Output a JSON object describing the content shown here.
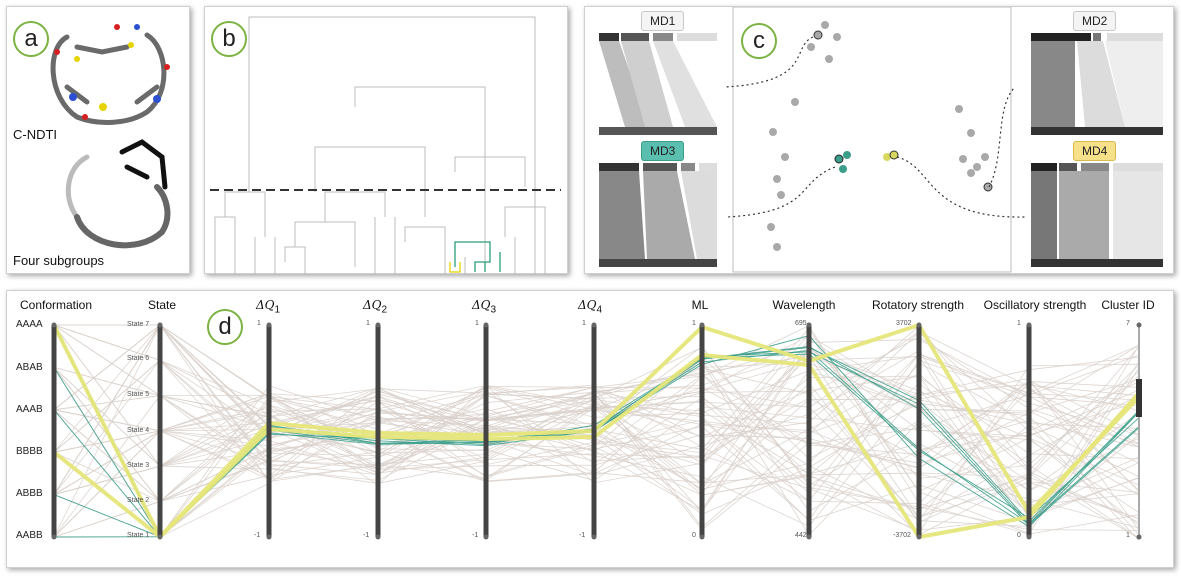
{
  "panels": {
    "a": {
      "letter": "a",
      "label_top": "C-NDTI",
      "label_bottom": "Four subgroups"
    },
    "b": {
      "letter": "b"
    },
    "c": {
      "letter": "c",
      "tags": {
        "md1": "MD1",
        "md2": "MD2",
        "md3": "MD3",
        "md4": "MD4"
      }
    },
    "d": {
      "letter": "d"
    }
  },
  "colors": {
    "highlight": "#e6e67a",
    "teal": "#3a9e8a",
    "grey_line": "#d9d0cb",
    "axis": "#444444",
    "md3": "#5bbfb0",
    "md4": "#f7e08a"
  },
  "parallel": {
    "axes": [
      {
        "id": "conformation",
        "title": "Conformation",
        "cats": [
          "AAAA",
          "ABAB",
          "AAAB",
          "BBBB",
          "ABBB",
          "AABB"
        ]
      },
      {
        "id": "state",
        "title": "State",
        "cats": [
          "State 7",
          "State 6",
          "State 5",
          "State 4",
          "State 3",
          "State 2",
          "State 1"
        ]
      },
      {
        "id": "dq1",
        "title_sym": "ΔQ",
        "title_sub": "1",
        "top": "1",
        "bottom": "-1"
      },
      {
        "id": "dq2",
        "title_sym": "ΔQ",
        "title_sub": "2",
        "top": "1",
        "bottom": "-1"
      },
      {
        "id": "dq3",
        "title_sym": "ΔQ",
        "title_sub": "3",
        "top": "1",
        "bottom": "-1"
      },
      {
        "id": "dq4",
        "title_sym": "ΔQ",
        "title_sub": "4",
        "top": "1",
        "bottom": "-1"
      },
      {
        "id": "ml",
        "title": "ML",
        "top": "1",
        "bottom": "0"
      },
      {
        "id": "wavelength",
        "title": "Wavelength",
        "top": "695",
        "bottom": "442"
      },
      {
        "id": "rotatory",
        "title": "Rotatory strength",
        "top": "3702",
        "bottom": "-3702"
      },
      {
        "id": "oscillatory",
        "title": "Oscillatory strength",
        "top": "1",
        "bottom": "0"
      },
      {
        "id": "cluster",
        "title": "Cluster ID",
        "top": "7",
        "bottom": "1"
      }
    ]
  }
}
